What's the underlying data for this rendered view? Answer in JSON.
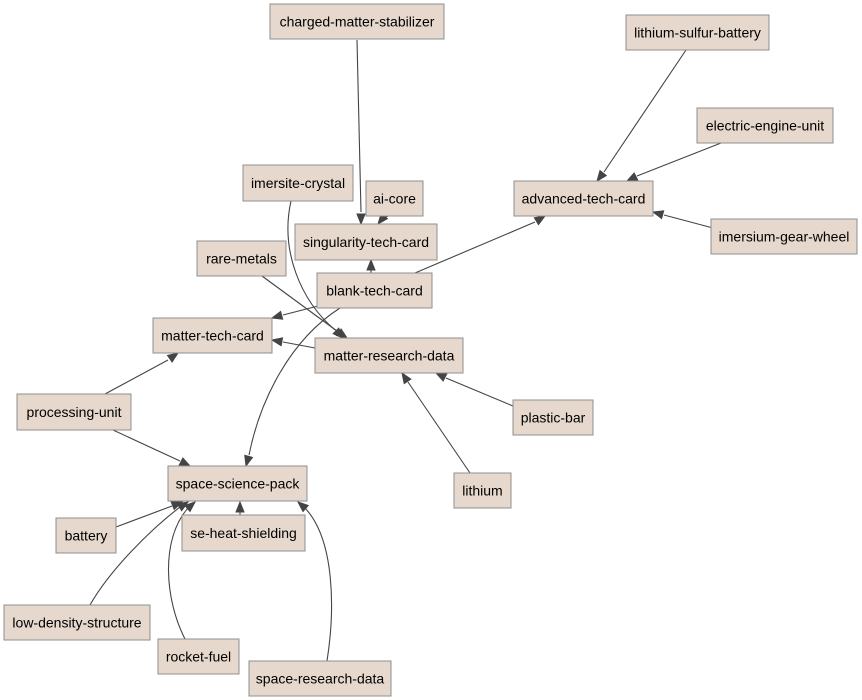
{
  "diagram": {
    "nodes": [
      {
        "id": "charged-matter-stabilizer",
        "label": "charged-matter-stabilizer"
      },
      {
        "id": "lithium-sulfur-battery",
        "label": "lithium-sulfur-battery"
      },
      {
        "id": "electric-engine-unit",
        "label": "electric-engine-unit"
      },
      {
        "id": "imersite-crystal",
        "label": "imersite-crystal"
      },
      {
        "id": "ai-core",
        "label": "ai-core"
      },
      {
        "id": "advanced-tech-card",
        "label": "advanced-tech-card"
      },
      {
        "id": "singularity-tech-card",
        "label": "singularity-tech-card"
      },
      {
        "id": "imersium-gear-wheel",
        "label": "imersium-gear-wheel"
      },
      {
        "id": "rare-metals",
        "label": "rare-metals"
      },
      {
        "id": "blank-tech-card",
        "label": "blank-tech-card"
      },
      {
        "id": "matter-tech-card",
        "label": "matter-tech-card"
      },
      {
        "id": "matter-research-data",
        "label": "matter-research-data"
      },
      {
        "id": "processing-unit",
        "label": "processing-unit"
      },
      {
        "id": "plastic-bar",
        "label": "plastic-bar"
      },
      {
        "id": "space-science-pack",
        "label": "space-science-pack"
      },
      {
        "id": "lithium",
        "label": "lithium"
      },
      {
        "id": "battery",
        "label": "battery"
      },
      {
        "id": "se-heat-shielding",
        "label": "se-heat-shielding"
      },
      {
        "id": "low-density-structure",
        "label": "low-density-structure"
      },
      {
        "id": "rocket-fuel",
        "label": "rocket-fuel"
      },
      {
        "id": "space-research-data",
        "label": "space-research-data"
      }
    ],
    "edges": [
      {
        "from": "charged-matter-stabilizer",
        "to": "singularity-tech-card"
      },
      {
        "from": "ai-core",
        "to": "singularity-tech-card"
      },
      {
        "from": "blank-tech-card",
        "to": "singularity-tech-card"
      },
      {
        "from": "lithium-sulfur-battery",
        "to": "advanced-tech-card"
      },
      {
        "from": "electric-engine-unit",
        "to": "advanced-tech-card"
      },
      {
        "from": "imersium-gear-wheel",
        "to": "advanced-tech-card"
      },
      {
        "from": "blank-tech-card",
        "to": "advanced-tech-card"
      },
      {
        "from": "imersite-crystal",
        "to": "matter-research-data"
      },
      {
        "from": "rare-metals",
        "to": "matter-research-data"
      },
      {
        "from": "plastic-bar",
        "to": "matter-research-data"
      },
      {
        "from": "lithium",
        "to": "matter-research-data"
      },
      {
        "from": "blank-tech-card",
        "to": "matter-tech-card"
      },
      {
        "from": "matter-research-data",
        "to": "matter-tech-card"
      },
      {
        "from": "processing-unit",
        "to": "matter-tech-card"
      },
      {
        "from": "blank-tech-card",
        "to": "space-science-pack"
      },
      {
        "from": "processing-unit",
        "to": "space-science-pack"
      },
      {
        "from": "battery",
        "to": "space-science-pack"
      },
      {
        "from": "se-heat-shielding",
        "to": "space-science-pack"
      },
      {
        "from": "low-density-structure",
        "to": "space-science-pack"
      },
      {
        "from": "rocket-fuel",
        "to": "space-science-pack"
      },
      {
        "from": "space-research-data",
        "to": "space-science-pack"
      }
    ],
    "colors": {
      "node_fill": "#e6d8cc",
      "node_border": "#8f8f8f",
      "edge": "#444444"
    }
  }
}
